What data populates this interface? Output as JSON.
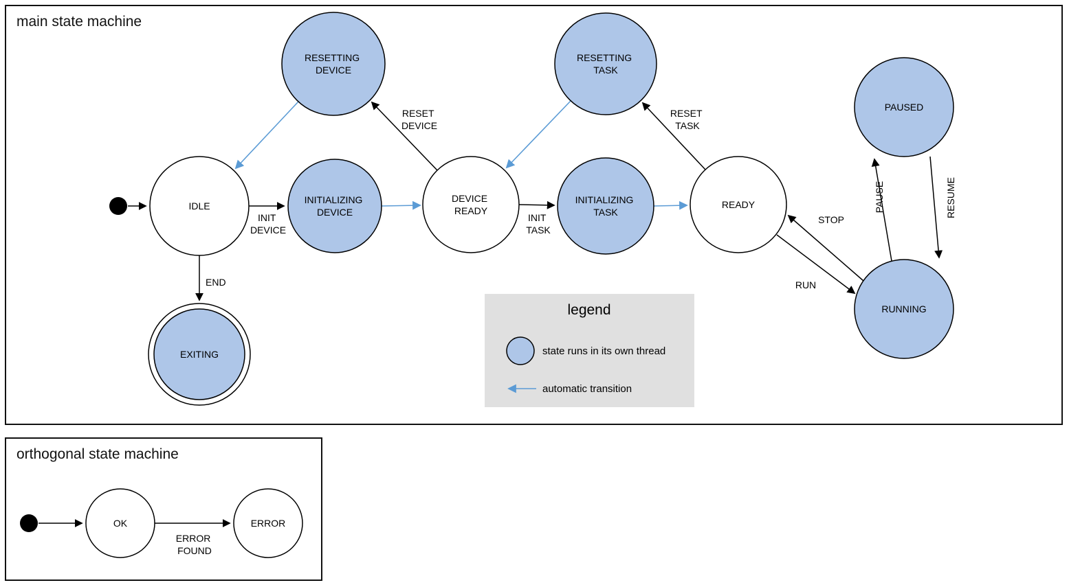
{
  "colors": {
    "thread_fill": "#aec6e8",
    "auto_transition": "#5b9bd5",
    "legend_bg": "#e0e0e0"
  },
  "main": {
    "title": "main state machine",
    "states": {
      "idle": {
        "label": "IDLE"
      },
      "resetting_device": {
        "line1": "RESETTING",
        "line2": "DEVICE"
      },
      "initializing_device": {
        "line1": "INITIALIZING",
        "line2": "DEVICE"
      },
      "device_ready": {
        "line1": "DEVICE",
        "line2": "READY"
      },
      "resetting_task": {
        "line1": "RESETTING",
        "line2": "TASK"
      },
      "initializing_task": {
        "line1": "INITIALIZING",
        "line2": "TASK"
      },
      "ready": {
        "label": "READY"
      },
      "paused": {
        "label": "PAUSED"
      },
      "running": {
        "label": "RUNNING"
      },
      "exiting": {
        "label": "EXITING"
      }
    },
    "transitions": {
      "init_device": {
        "line1": "INIT",
        "line2": "DEVICE"
      },
      "reset_device": {
        "line1": "RESET",
        "line2": "DEVICE"
      },
      "init_task": {
        "line1": "INIT",
        "line2": "TASK"
      },
      "reset_task": {
        "line1": "RESET",
        "line2": "TASK"
      },
      "stop": {
        "label": "STOP"
      },
      "run": {
        "label": "RUN"
      },
      "pause": {
        "label": "PAUSE"
      },
      "resume": {
        "label": "RESUME"
      },
      "end": {
        "label": "END"
      }
    }
  },
  "legend": {
    "title": "legend",
    "items": [
      {
        "label": "state runs in its own thread"
      },
      {
        "label": "automatic transition"
      }
    ]
  },
  "orthogonal": {
    "title": "orthogonal state machine",
    "states": {
      "ok": {
        "label": "OK"
      },
      "error": {
        "label": "ERROR"
      }
    },
    "transitions": {
      "error_found": {
        "line1": "ERROR",
        "line2": "FOUND"
      }
    }
  }
}
